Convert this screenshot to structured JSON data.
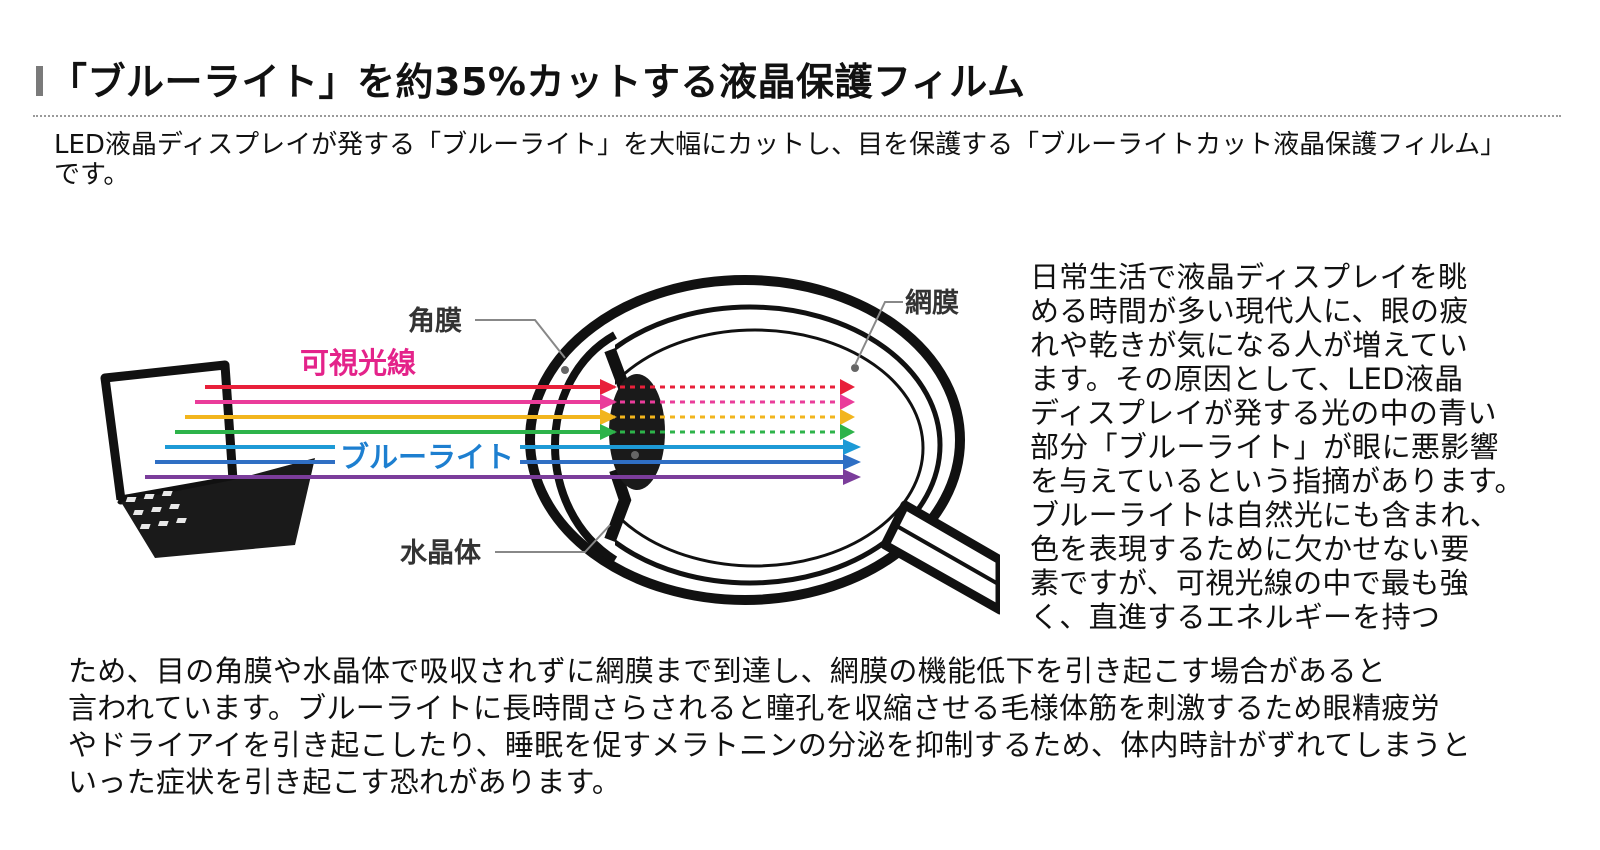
{
  "heading": {
    "title": "「ブルーライト」を約35%カットする液晶保護フィルム"
  },
  "intro": {
    "lines": [
      "LED液晶ディスプレイが発する「ブルーライト」を大幅にカットし、目を保護する「ブルーライトカット液晶保護フィルム」",
      "です。"
    ]
  },
  "diagram": {
    "labels": {
      "cornea": "角膜",
      "retina": "網膜",
      "visible_light": "可視光線",
      "blue_light": "ブルーライト",
      "lens": "水晶体"
    },
    "ray_colors": [
      "#e8203a",
      "#ea3c9a",
      "#f2b51d",
      "#2db34a",
      "#1d9ad6",
      "#2f6fc4",
      "#7b3d9b"
    ],
    "label_color_visible": "#e4238a",
    "label_color_blue": "#1d7fd0"
  },
  "side_text": {
    "lines": [
      "日常生活で液晶ディスプレイを眺",
      "める時間が多い現代人に、眼の疲",
      "れや乾きが気になる人が増えてい",
      "ます。その原因として、LED液晶",
      "ディスプレイが発する光の中の青い",
      "部分「ブルーライト」が眼に悪影響",
      "を与えているという指摘があります。",
      "ブルーライトは自然光にも含まれ、",
      "色を表現するために欠かせない要",
      "素ですが、可視光線の中で最も強",
      "く、直進するエネルギーを持つ"
    ]
  },
  "bottom_text": {
    "lines": [
      "ため、目の角膜や水晶体で吸収されずに網膜まで到達し、網膜の機能低下を引き起こす場合があると",
      "言われています。ブルーライトに長時間さらされると瞳孔を収縮させる毛様体筋を刺激するため眼精疲労",
      "やドライアイを引き起こしたり、睡眠を促すメラトニンの分泌を抑制するため、体内時計がずれてしまうと",
      "いった症状を引き起こす恐れがあります。"
    ]
  }
}
